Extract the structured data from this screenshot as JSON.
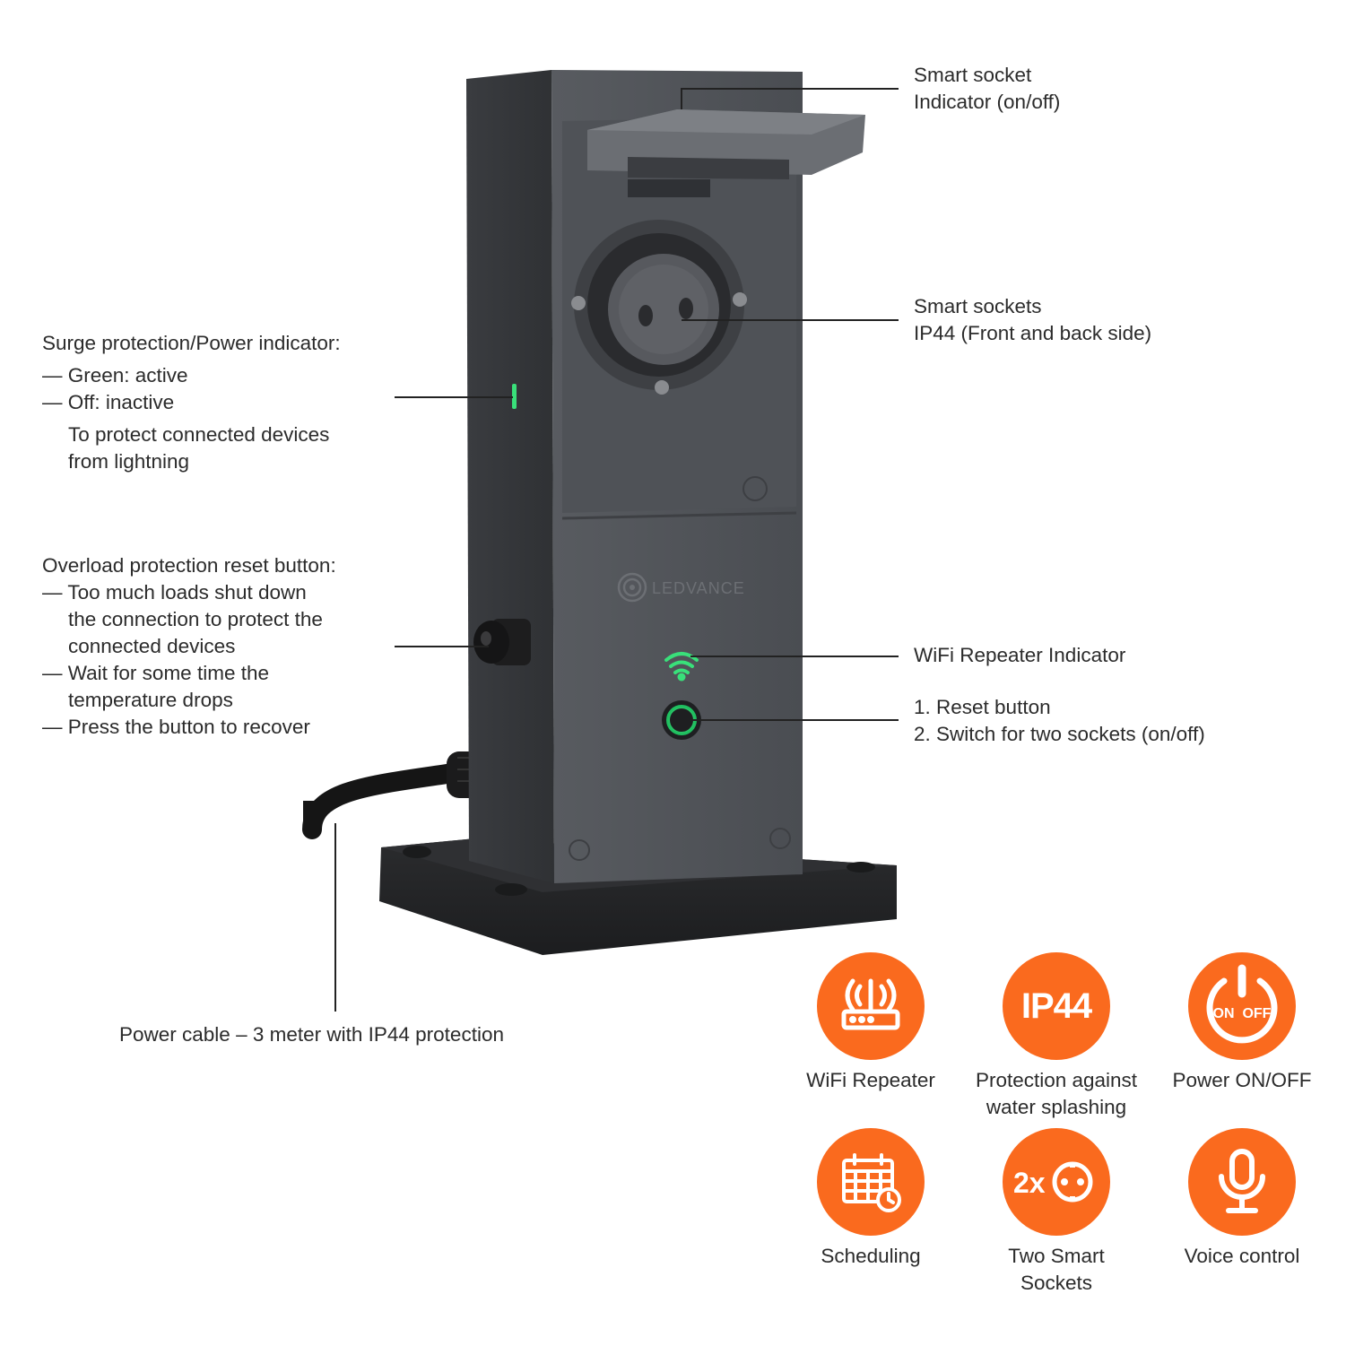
{
  "brand": "LEDVANCE",
  "colors": {
    "accent": "#fa6a1e",
    "device_body": "#4b4e53",
    "indicator_green": "#39e07a"
  },
  "callouts": {
    "smart_socket_indicator": [
      "Smart socket",
      "Indicator (on/off)"
    ],
    "smart_sockets": [
      "Smart sockets",
      "IP44 (Front and back side)"
    ],
    "surge": {
      "title": "Surge protection/Power indicator:",
      "items": [
        "— Green: active",
        "— Off: inactive"
      ],
      "note": [
        "To protect connected devices",
        "from lightning"
      ]
    },
    "overload": {
      "title": "Overload protection reset button:",
      "lines": [
        "— Too much loads shut down",
        "the connection to protect the",
        "connected devices",
        "— Wait for some time the",
        "temperature drops",
        "— Press the button to recover"
      ]
    },
    "wifi_indicator": "WiFi Repeater Indicator",
    "reset": [
      "1. Reset button",
      "2. Switch for two sockets (on/off)"
    ],
    "power_cable": "Power cable – 3 meter with IP44 protection"
  },
  "features": [
    {
      "icon": "wifi-router-icon",
      "label": [
        "WiFi Repeater"
      ]
    },
    {
      "icon": "ip44-icon",
      "icon_text": "IP44",
      "label": [
        "Protection against",
        "water splashing"
      ]
    },
    {
      "icon": "power-onoff-icon",
      "icon_text": "ON  OFF",
      "label": [
        "Power ON/OFF"
      ]
    },
    {
      "icon": "calendar-clock-icon",
      "label": [
        "Scheduling"
      ]
    },
    {
      "icon": "double-socket-icon",
      "icon_text": "2x",
      "label": [
        "Two Smart",
        "Sockets"
      ]
    },
    {
      "icon": "microphone-icon",
      "label": [
        "Voice control"
      ]
    }
  ]
}
